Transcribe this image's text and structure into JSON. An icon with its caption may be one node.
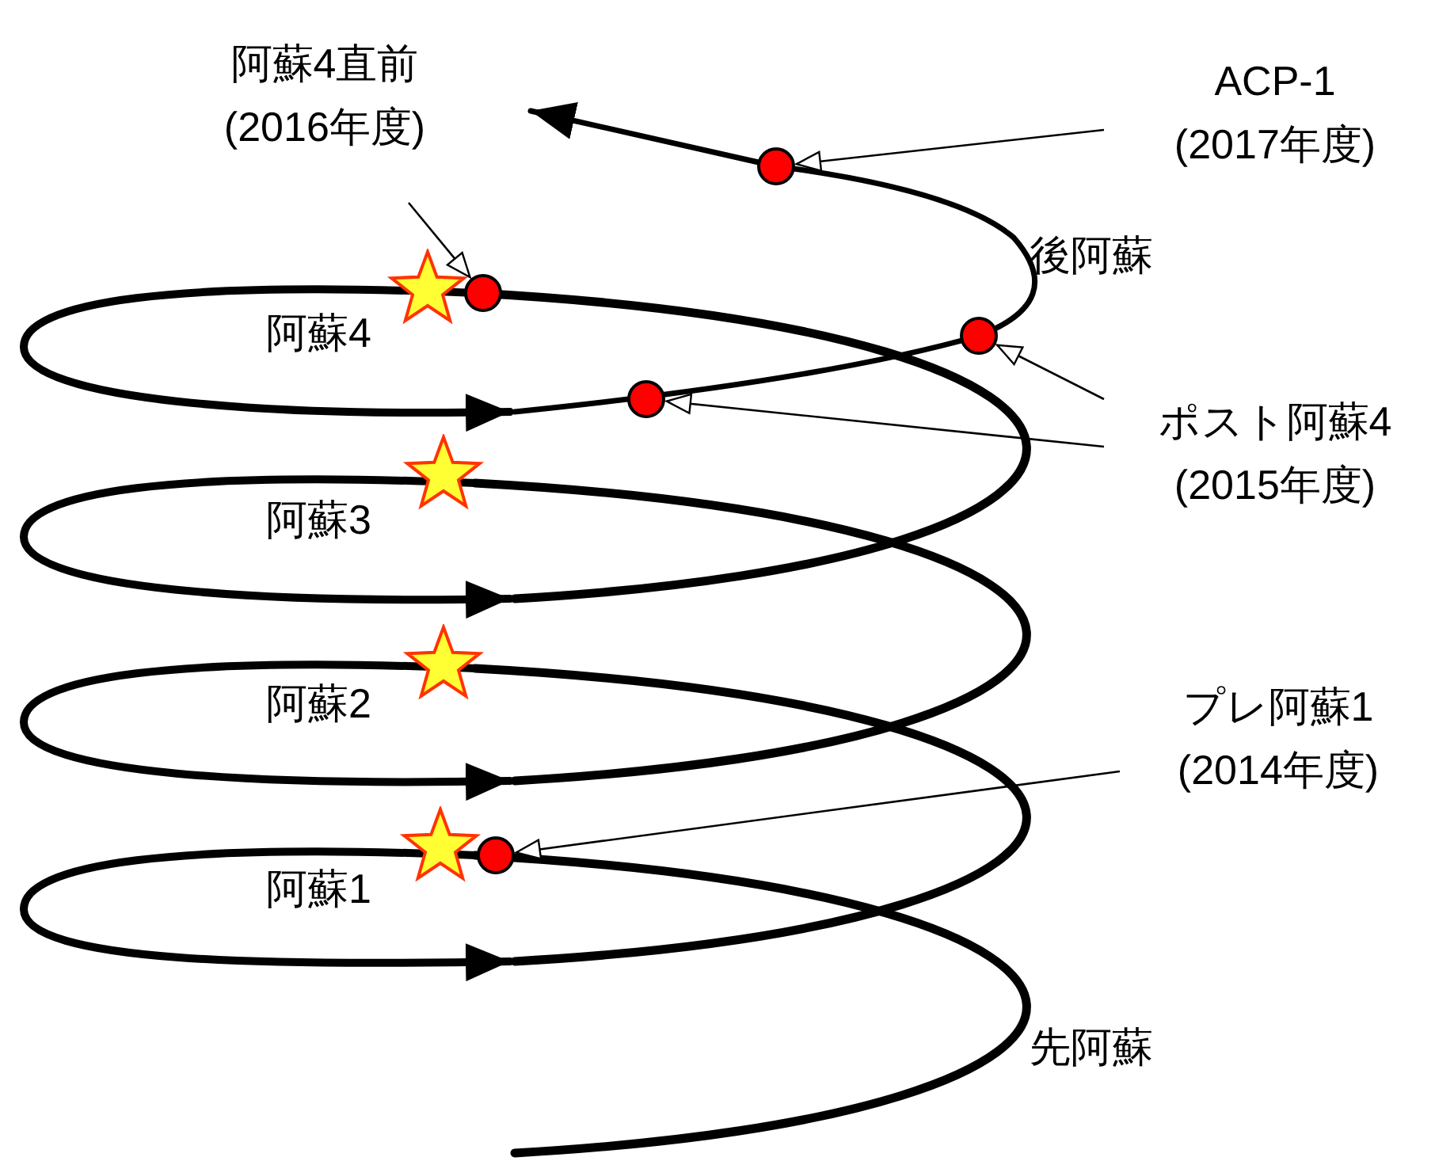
{
  "diagram": {
    "nodes": [
      {
        "text": [
          "阿蘇4直前",
          "(2016年度)"
        ]
      },
      {
        "text": [
          "ACP-1",
          "(2017年度)"
        ]
      },
      {
        "text": [
          "ポスト阿蘇4",
          "(2015年度)"
        ]
      },
      {
        "text": [
          "プレ阿蘇1",
          "(2014年度)"
        ]
      },
      {
        "text": [],
        "shape": "circle"
      },
      {
        "text": [],
        "shape": "circle"
      },
      {
        "text": [],
        "shape": "circle"
      },
      {
        "text": [],
        "shape": "circle"
      },
      {
        "text": [],
        "shape": "circle"
      }
    ],
    "edges": [
      {
        "from": 0,
        "to": 5,
        "arrow": "to"
      },
      {
        "from": 1,
        "to": 4,
        "arrow": "to"
      },
      {
        "from": 2,
        "to": 6,
        "arrow": "to"
      },
      {
        "from": 2,
        "to": 7,
        "arrow": "to"
      },
      {
        "from": 3,
        "to": 8,
        "arrow": "to"
      }
    ],
    "labels": [
      "後阿蘇",
      "阿蘇4",
      "阿蘇3",
      "阿蘇2",
      "阿蘇1",
      "先阿蘇"
    ]
  }
}
